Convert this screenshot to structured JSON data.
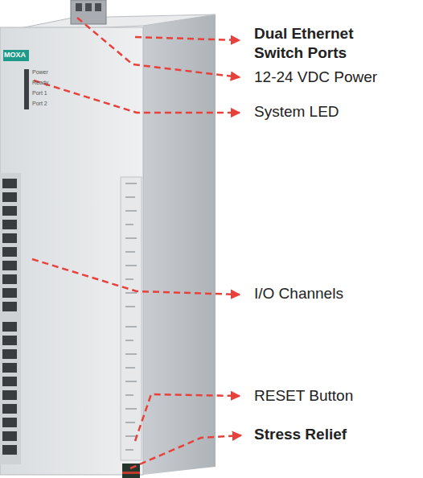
{
  "diagram": {
    "labels": [
      "Dual Ethernet Switch Ports",
      "12-24 VDC Power",
      "System LED",
      "I/O Channels",
      "RESET Button",
      "Stress Relief",
      "MOXA",
      "Power",
      "Ready",
      "Port 1",
      "Port 2"
    ]
  }
}
